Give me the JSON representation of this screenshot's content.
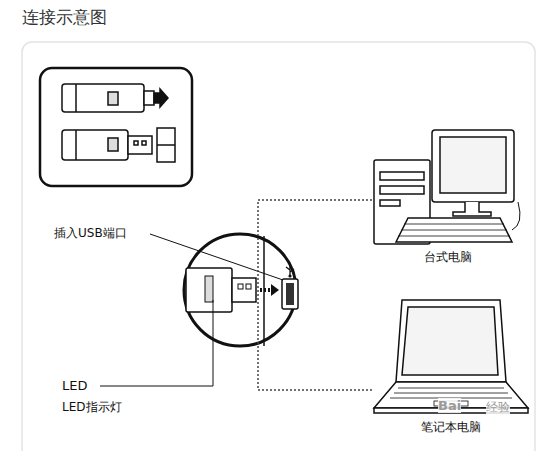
{
  "diagram": {
    "title": "连接示意图",
    "nodes": [
      {
        "text": [
          "台式电脑"
        ]
      },
      {
        "text": [
          "笔记本电脑"
        ]
      }
    ],
    "edges": [
      {
        "from": 0,
        "to": 1,
        "arrow": "none"
      }
    ],
    "labels": [
      "插入USB端口",
      "LED",
      "LED指示灯",
      "Bai",
      "经验"
    ]
  }
}
